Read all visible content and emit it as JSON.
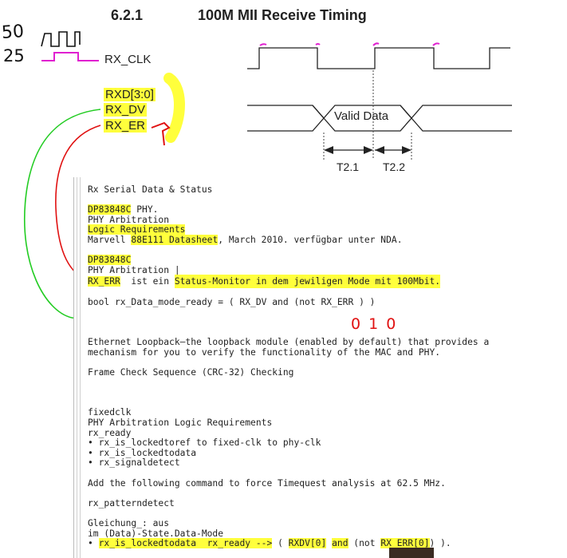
{
  "title": {
    "number": "6.2.1",
    "text": "100M MII Receive Timing"
  },
  "handwritten": {
    "freq_50": "50",
    "freq_25": "25",
    "zero_one_zero": "0 1 0"
  },
  "signals": {
    "rx_clk": "RX_CLK",
    "rxd": "RXD[3:0]",
    "rx_dv": "RX_DV",
    "rx_er": "RX_ER"
  },
  "timing": {
    "valid_data": "Valid Data",
    "t21": "T2.1",
    "t22": "T2.2"
  },
  "notes": {
    "l1": "Rx Serial Data & Status",
    "l2_chip": "DP83848C",
    "l2_rest": " PHY.",
    "l3": "PHY Arbitration",
    "l4": "Logic Requirements",
    "l5_a": "Marvell ",
    "l5_b": "88E111 Datasheet",
    "l5_c": ", March 2010. verfügbar unter NDA.",
    "l6_chip": "DP83848C",
    "l7": "PHY Arbitration |",
    "l8_a": "RX_ERR",
    "l8_b": "  ist ein ",
    "l8_c": "Status-Monitor in dem jewiligen Mode mit 100Mbit.",
    "l9": "bool rx_Data_mode_ready = ( RX_DV and (not RX_ERR ) )",
    "l10": "Ethernet Loopback—the loopback module (enabled by default) that provides a",
    "l11": "mechanism for you to verify the functionality of the MAC and PHY.",
    "l12": "Frame Check Sequence (CRC-32) Checking",
    "l13": "fixedclk",
    "l14": "PHY Arbitration Logic Requirements",
    "l15": "rx_ready",
    "l16": "• rx_is_lockedtoref to fixed-clk to phy-clk",
    "l17": "• rx_is_lockedtodata",
    "l18": "• rx_signaldetect",
    "l19": "Add the following command to force Timequest analysis at 62.5 MHz.",
    "l20": "rx_patterndetect",
    "l21": "Gleichung_: aus",
    "l22": "im (Data)-State.Data-Mode",
    "l23_a": "• ",
    "l23_b": "rx_is_lockedtodata  rx_ready -->",
    "l23_c": " ( ",
    "l23_d": "RXDV[0]",
    "l23_e": " ",
    "l23_f": "and",
    "l23_g": " (not ",
    "l23_h": "RX_ERR[0]",
    "l23_i": ") )."
  },
  "colors": {
    "highlight": "#ffff3c",
    "green_ink": "#22cc22",
    "red_ink": "#e01010",
    "magenta_ink": "#e020d0",
    "blue_ink": "#1a3fd0"
  }
}
